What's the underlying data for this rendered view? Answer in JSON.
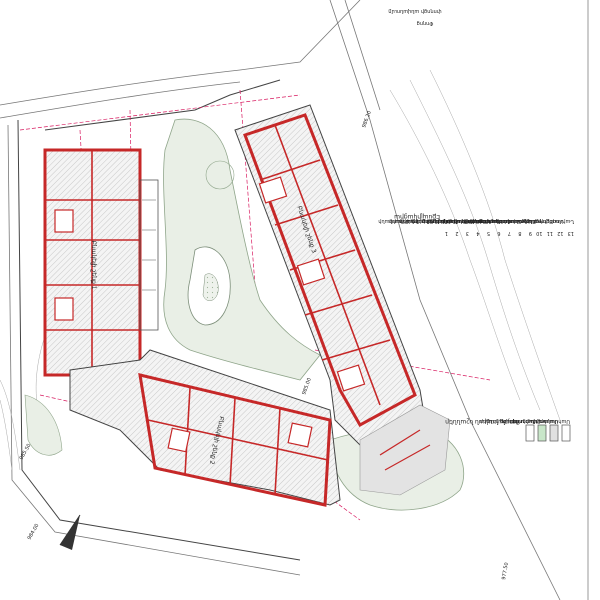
{
  "drawing": {
    "street_label": "փողոցի անվանումը",
    "street_caption": "Փողոց",
    "building_1_label": "Բնակելի շենք 1",
    "building_2_label": "Բնակելի շենք 2",
    "building_3_label": "Բնակելի շենք 3",
    "elevations": [
      "985.50",
      "984.00",
      "986.20",
      "977.50",
      "985.00"
    ]
  },
  "explication": {
    "title": "Էքսպլիկացիա",
    "items": [
      {
        "num": "1",
        "text": "Բնակելի շենք, 9 հարկանի"
      },
      {
        "num": "2",
        "text": "Բնակելի շենք, 9 հարկանի"
      },
      {
        "num": "3",
        "text": "Բնակելի շենք, 9 հարկանի"
      },
      {
        "num": "4",
        "text": "Ավտոկայանատեղի"
      },
      {
        "num": "5",
        "text": "Մանկական խաղահրապարակ"
      },
      {
        "num": "6",
        "text": "Սպորտային հրապարակ"
      },
      {
        "num": "7",
        "text": "Հանգստի գոտի"
      },
      {
        "num": "8",
        "text": "Տնտեսական հրապարակ"
      },
      {
        "num": "9",
        "text": "Աղբամաններ"
      },
      {
        "num": "10",
        "text": "Կանաչապատ տարածք"
      },
      {
        "num": "11",
        "text": "Ստորգետնյա ավտոկայանատեղի"
      },
      {
        "num": "12",
        "text": "Մուտքեր"
      },
      {
        "num": "13",
        "text": "Նախագծվող շենքեր"
      }
    ]
  },
  "legend": {
    "title": "Պայմանական նշաններ",
    "items": [
      {
        "text": "Նախագծվող շենքեր",
        "color": "#ffffff"
      },
      {
        "text": "Կանաչ գոտի",
        "color": "#c8e6c9"
      },
      {
        "text": "Սալարկված տարածք",
        "color": "#e0e0e0"
      },
      {
        "text": "Սահմանագիծ",
        "color": "#ffffff"
      }
    ]
  }
}
